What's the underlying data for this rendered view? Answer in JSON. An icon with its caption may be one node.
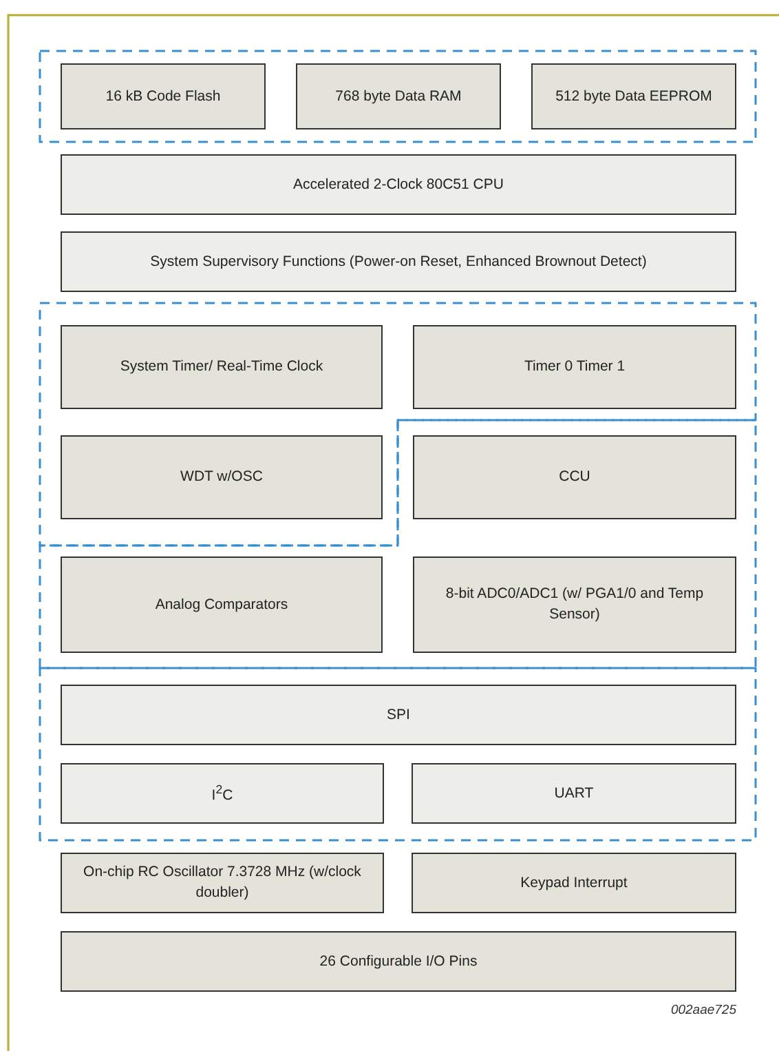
{
  "diagram": {
    "nodes": [
      {
        "text": [
          "16 kB Code Flash"
        ]
      },
      {
        "text": [
          "768 byte Data RAM"
        ]
      },
      {
        "text": [
          "512 byte Data EEPROM"
        ]
      },
      {
        "text": [
          "Accelerated 2-Clock 80C51 CPU"
        ]
      },
      {
        "text": [
          "System Supervisory Functions (Power-on Reset, Enhanced Brownout Detect)"
        ]
      },
      {
        "text": [
          "System Timer/ Real-Time Clock"
        ]
      },
      {
        "text": [
          "Timer 0 Timer 1"
        ]
      },
      {
        "text": [
          "WDT w/OSC"
        ]
      },
      {
        "text": [
          "CCU"
        ]
      },
      {
        "text": [
          "Analog Comparators"
        ]
      },
      {
        "text": [
          "8-bit ADC0/ADC1 (w/ PGA1/0 and Temp Sensor)"
        ]
      },
      {
        "text": [
          "SPI"
        ]
      },
      {
        "text": [
          "I$^{2}$C"
        ]
      },
      {
        "text": [
          "UART"
        ]
      },
      {
        "text": [
          "On-chip RC Oscillator 7.3728 MHz (w/clock doubler)"
        ]
      },
      {
        "text": [
          "Keypad Interrupt"
        ]
      },
      {
        "text": [
          "26 Configurable I/O Pins"
        ]
      }
    ],
    "labels": [
      "002aae725"
    ]
  }
}
